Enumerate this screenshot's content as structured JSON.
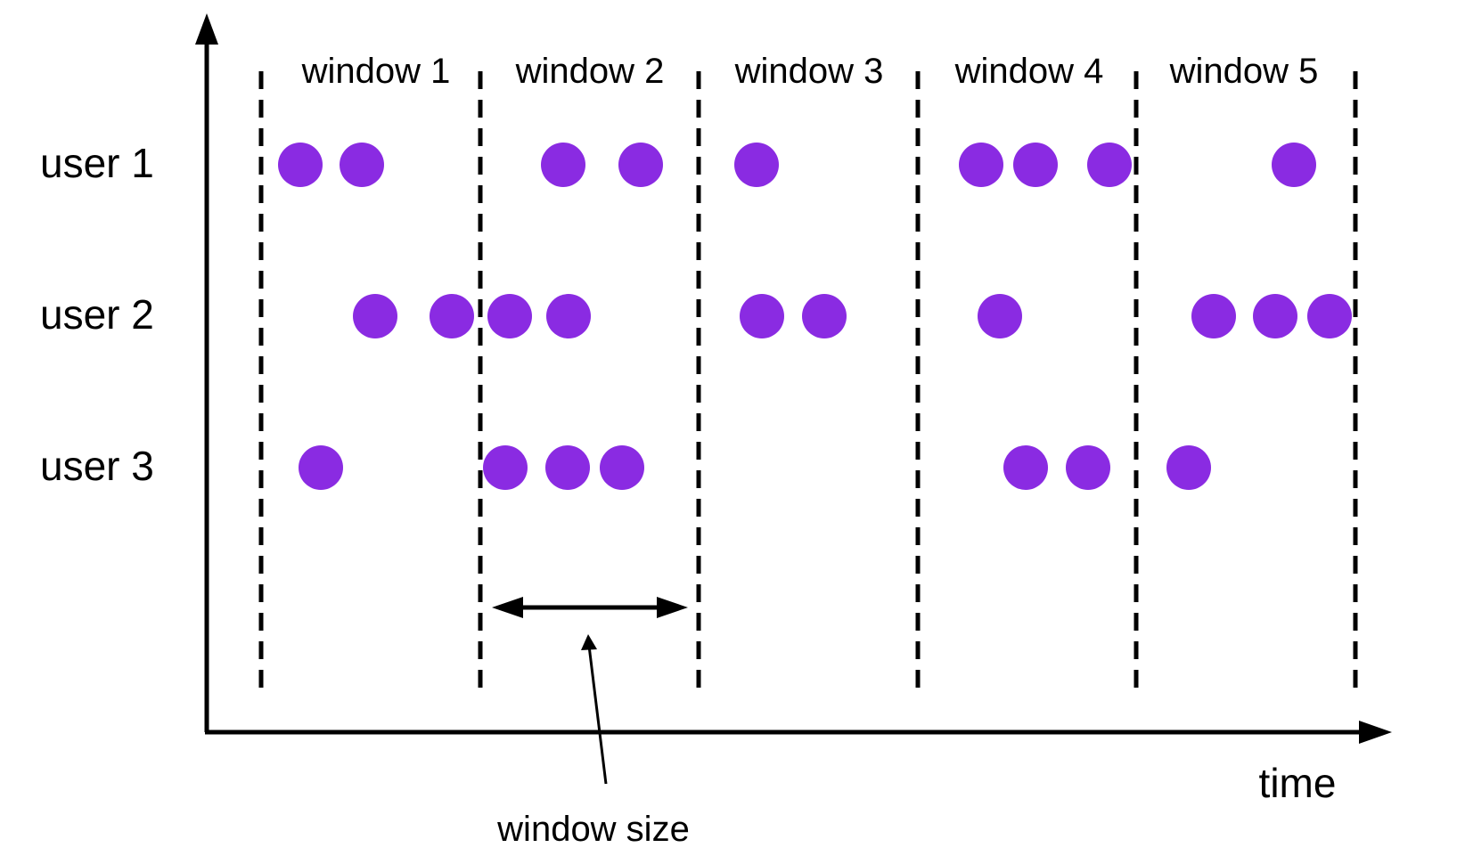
{
  "diagram": {
    "windows": [
      "window 1",
      "window 2",
      "window 3",
      "window 4",
      "window 5"
    ],
    "rows": [
      "user 1",
      "user 2",
      "user 3"
    ],
    "time_label": "time",
    "window_size_label": "window size",
    "event_color": "#8a2be2",
    "line_color": "#000000"
  }
}
